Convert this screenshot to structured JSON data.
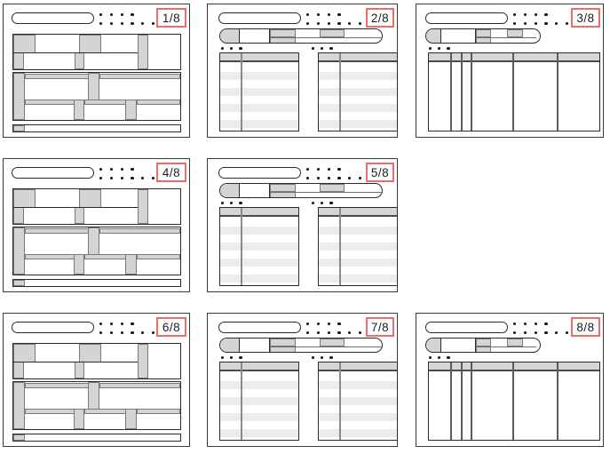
{
  "document": {
    "description": "overview of 8 wireframe page thumbnails",
    "page_count_total": 8
  },
  "colors": {
    "accent_red": "#f26b6b",
    "block_gray": "#d4d4d4",
    "stripe_gray": "#ececec",
    "header_gray": "#d6d6d6",
    "line_dark": "#2b2b2b"
  },
  "icons": {
    "dots_grid": "menu-dots-grid (4 dots over 6 dots)",
    "dot_group": "three-dots"
  },
  "panels": [
    {
      "id": 1,
      "type": "layout-blocks",
      "label": "1/8"
    },
    {
      "id": 2,
      "type": "two-tables",
      "label": "2/8"
    },
    {
      "id": 3,
      "type": "wide-table",
      "label": "3/8"
    },
    {
      "id": 4,
      "type": "layout-blocks",
      "label": "4/8"
    },
    {
      "id": 5,
      "type": "two-tables",
      "label": "5/8"
    },
    {
      "id": 6,
      "type": "layout-blocks",
      "label": "6/8"
    },
    {
      "id": 7,
      "type": "two-tables",
      "label": "7/8"
    },
    {
      "id": 8,
      "type": "wide-table",
      "label": "8/8"
    }
  ]
}
